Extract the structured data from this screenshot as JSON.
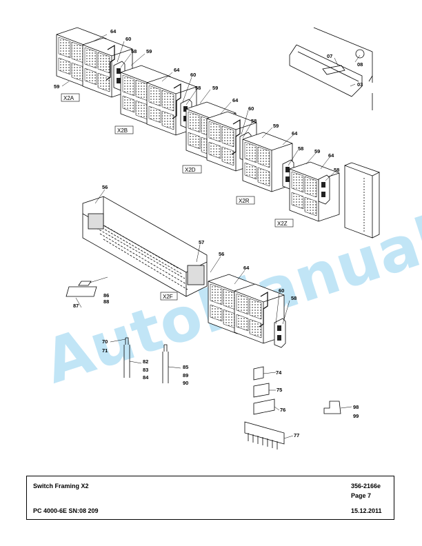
{
  "watermark": "AutoManual",
  "footer": {
    "title": "Switch Framing X2",
    "doc_no": "356-2166e",
    "page": "Page 7",
    "model": "PC 4000-6E SN:08 209",
    "date": "15.12.2011"
  },
  "groups": [
    "X2A",
    "X2B",
    "X2D",
    "X2R",
    "X2Z",
    "X2F"
  ],
  "callouts": {
    "c64": "64",
    "c60": "60",
    "c58": "58",
    "c59": "59",
    "c07": "07",
    "c08": "08",
    "c03": "03",
    "c56": "56",
    "c57": "57",
    "c86": "86",
    "c88": "88",
    "c87": "87",
    "c70": "70",
    "c71": "71",
    "c82": "82",
    "c83": "83",
    "c84": "84",
    "c85": "85",
    "c89": "89",
    "c90": "90",
    "c74": "74",
    "c75": "75",
    "c76": "76",
    "c77": "77",
    "c98": "98",
    "c99": "99"
  }
}
